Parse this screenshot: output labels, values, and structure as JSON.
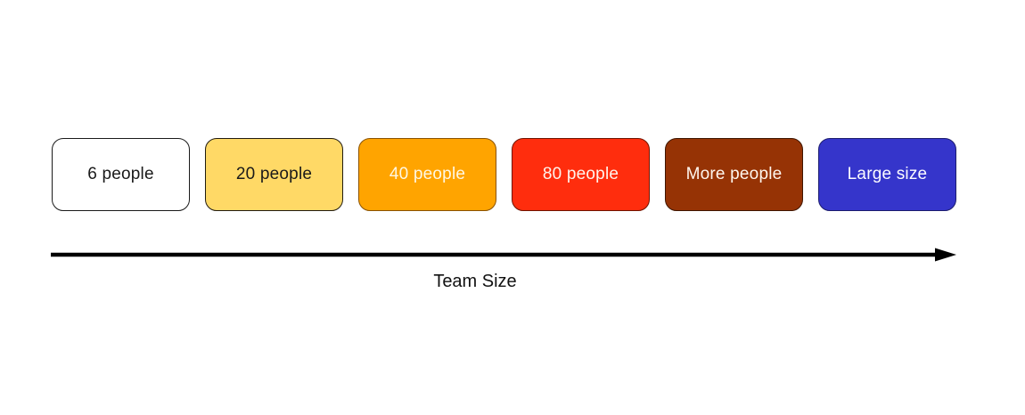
{
  "diagram": {
    "boxes": [
      {
        "label": "6 people",
        "fill": "#FFFFFF",
        "border": "#1A1A1A",
        "text_color": "#1A1A1A"
      },
      {
        "label": "20 people",
        "fill": "#FFD966",
        "border": "#221C10",
        "text_color": "#1A1A1A"
      },
      {
        "label": "40 people",
        "fill": "#FFA400",
        "border": "#8A5200",
        "text_color": "#FFF7E3"
      },
      {
        "label": "80 people",
        "fill": "#FF2D0D",
        "border": "#701300",
        "text_color": "#FFF3EC"
      },
      {
        "label": "More people",
        "fill": "#963305",
        "border": "#3F1600",
        "text_color": "#FFF6EE"
      },
      {
        "label": "Large size",
        "fill": "#3535CB",
        "border": "#1C1C6E",
        "text_color": "#FCFCFF"
      }
    ],
    "axis": {
      "label": "Team Size",
      "arrow_color": "#000000"
    }
  }
}
